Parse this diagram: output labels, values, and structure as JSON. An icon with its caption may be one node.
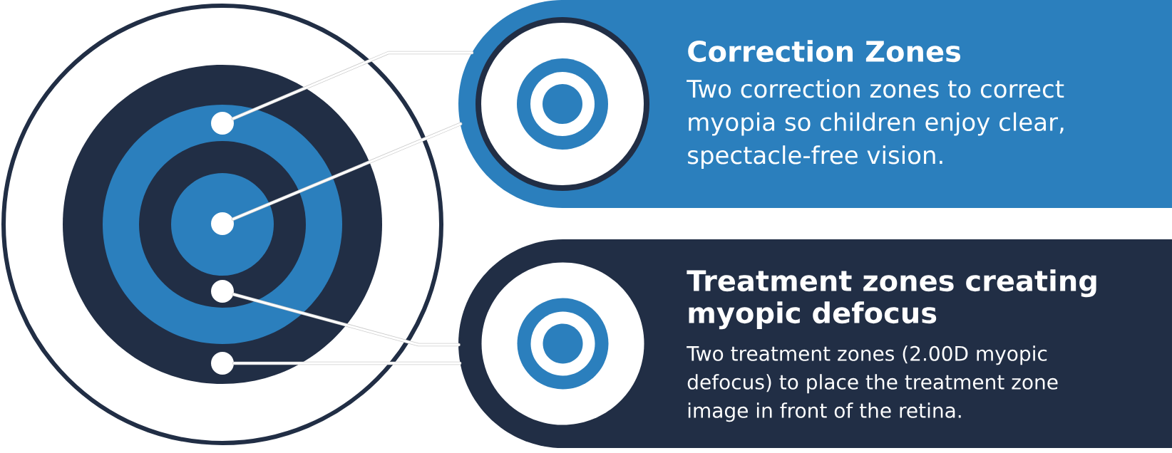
{
  "diagram": {
    "nodes": [
      {
        "text": [],
        "shape": "circle"
      },
      {
        "text": [],
        "shape": "circle",
        "in": 0
      },
      {
        "text": [],
        "shape": "circle",
        "in": 0
      },
      {
        "text": [],
        "shape": "circle",
        "in": 0
      },
      {
        "text": [],
        "shape": "circle",
        "in": 0
      },
      {
        "text": [
          "Correction Zones",
          "Two correction zones to correct myopia so children enjoy clear, spectacle-free vision."
        ]
      },
      {
        "text": [
          "Treatment zones creating myopic defocus",
          "Two treatment zones (2.00D myopic defocus) to place the treatment zone image in front of the retina."
        ]
      }
    ],
    "edges": [
      {
        "from": 1,
        "to": 5,
        "arrow": "none"
      },
      {
        "from": 2,
        "to": 5,
        "arrow": "none"
      },
      {
        "from": 3,
        "to": 6,
        "arrow": "none"
      },
      {
        "from": 4,
        "to": 6,
        "arrow": "none"
      }
    ]
  }
}
